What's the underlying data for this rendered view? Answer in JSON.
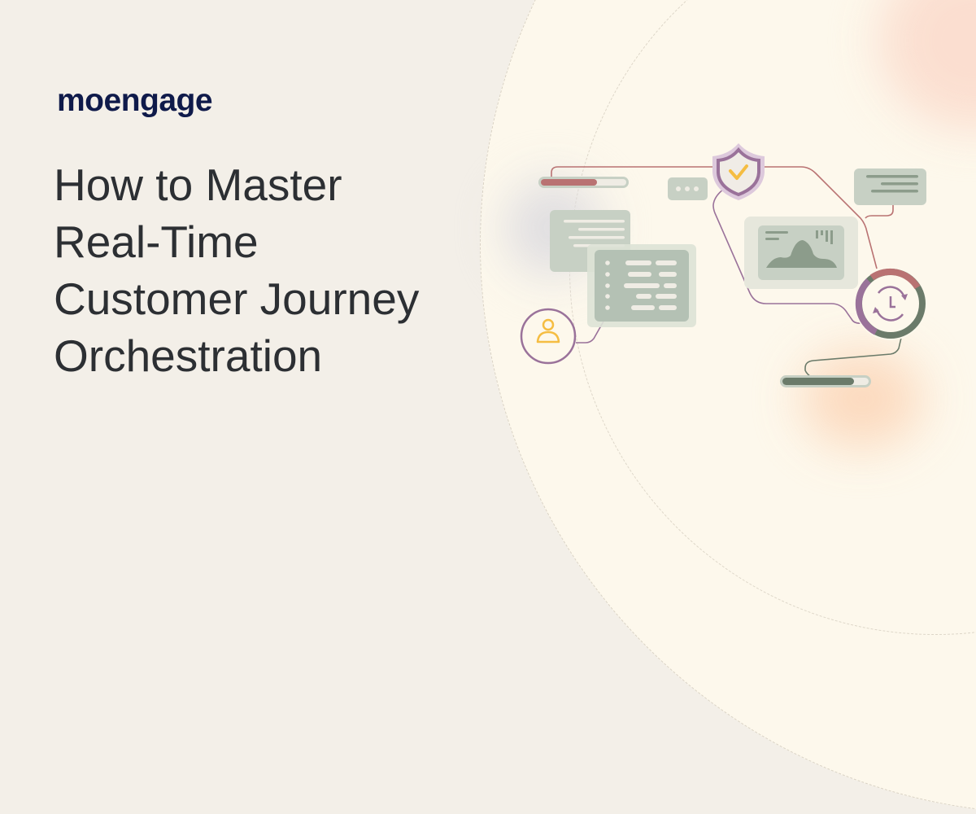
{
  "brand": {
    "logo_text": "moengage",
    "logo_color": "#0f1a4a"
  },
  "headline": {
    "lines": [
      "How to Master",
      "Real-Time",
      "Customer Journey",
      "Orchestration"
    ],
    "color": "#2c2f33"
  },
  "illustration": {
    "icons": [
      "shield-check-icon",
      "user-icon",
      "clock-sync-icon",
      "chart-icon",
      "more-dots-icon"
    ],
    "progress_bars": [
      {
        "name": "top-progress",
        "fill_color": "#b97272",
        "percent": 65
      },
      {
        "name": "bottom-progress",
        "fill_color": "#6b7b6a",
        "percent": 80
      }
    ],
    "colors": {
      "card": "#c7d0c4",
      "card_dark": "#b4c1b4",
      "purple": "#9a729a",
      "rose": "#b97272",
      "green": "#6b7b6a",
      "yellow": "#f5bd42",
      "background": "#f3efe8",
      "circle_bg": "#fdf8ec"
    }
  }
}
